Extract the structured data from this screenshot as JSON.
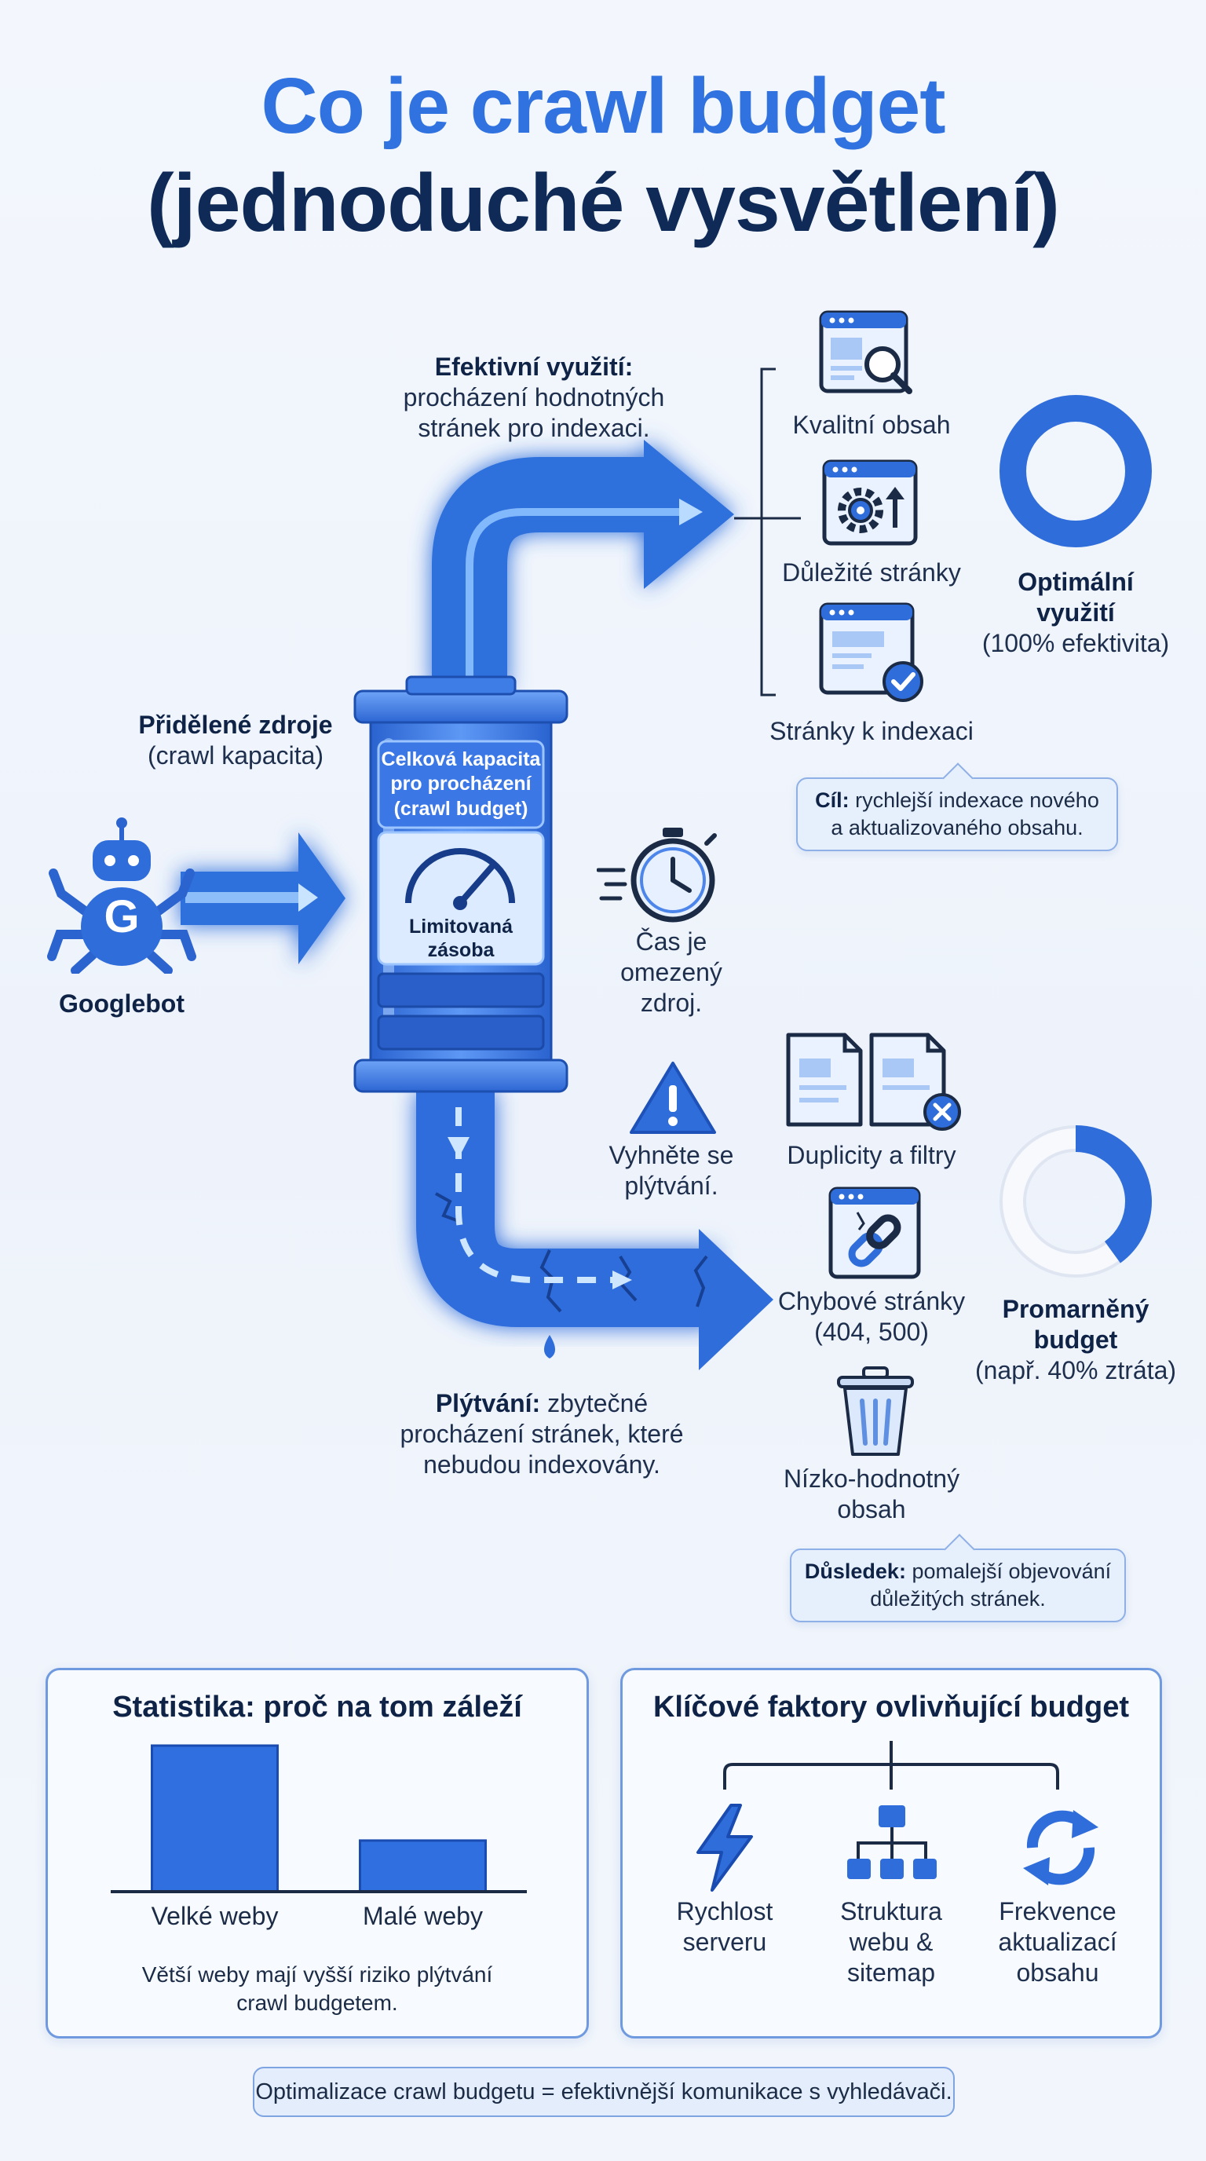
{
  "title": {
    "line1": "Co je crawl budget",
    "line2": "(jednoduché vysvětlení)"
  },
  "efficient": {
    "bold": "Efektivní využití:",
    "text1": "procházení hodnotných",
    "text2": "stránek pro indexaci."
  },
  "allocated": {
    "bold": "Přidělené zdroje",
    "text": "(crawl kapacita)"
  },
  "googlebot": {
    "label": "Googlebot",
    "logo_letter": "G"
  },
  "tank": {
    "label1": "Celková kapacita",
    "label2": "pro procházení",
    "label3": "(crawl budget)",
    "gauge1": "Limitovaná",
    "gauge2": "zásoba"
  },
  "time": {
    "line1": "Čas je",
    "line2": "omezený",
    "line3": "zdroj."
  },
  "avoid": {
    "line1": "Vyhněte se",
    "line2": "plýtvání."
  },
  "waste": {
    "bold": "Plýtvání:",
    "text1": "zbytečné",
    "text2": "procházení stránek, které",
    "text3": "nebudou indexovány."
  },
  "good_items": [
    {
      "label": "Kvalitní obsah",
      "icon": "search-page-icon"
    },
    {
      "label": "Důležité stránky",
      "icon": "gear-page-icon"
    },
    {
      "label": "Stránky k indexaci",
      "icon": "check-page-icon"
    }
  ],
  "optimal": {
    "line1": "Optimální",
    "line2": "využití",
    "line3": "(100% efektivita)",
    "percent": 100
  },
  "goal_callout": {
    "bold": "Cíl:",
    "text1": "rychlejší indexace nového",
    "text2": "a aktualizovaného obsahu."
  },
  "bad_items": [
    {
      "label": "Duplicity a filtry",
      "icon": "duplicate-pages-icon"
    },
    {
      "label1": "Chybové stránky",
      "label2": "(404, 500)",
      "icon": "broken-link-icon"
    },
    {
      "label1": "Nízko-hodnotný",
      "label2": "obsah",
      "icon": "trash-icon"
    }
  ],
  "wasted": {
    "line1": "Promarněný",
    "line2": "budget",
    "line3": "(např. 40% ztráta)",
    "percent": 40
  },
  "consequence_callout": {
    "bold": "Důsledek:",
    "text1": "pomalejší objevování",
    "text2": "důležitých stránek."
  },
  "stats": {
    "title": "Statistika: proč na tom záleží",
    "caption1": "Větší weby mají vyšší riziko plýtvání",
    "caption2": "crawl budgetem."
  },
  "chart_data": {
    "type": "bar",
    "categories": [
      "Velké weby",
      "Malé weby"
    ],
    "values": [
      100,
      35
    ],
    "title": "",
    "xlabel": "",
    "ylabel": "",
    "ylim": [
      0,
      100
    ],
    "grid": false,
    "color": "#2f6fdf"
  },
  "factors": {
    "title": "Klíčové faktory ovlivňující budget",
    "items": [
      {
        "line1": "Rychlost",
        "line2": "serveru",
        "line3": "",
        "icon": "lightning-icon"
      },
      {
        "line1": "Struktura",
        "line2": "webu &",
        "line3": "sitemap",
        "icon": "sitemap-icon"
      },
      {
        "line1": "Frekvence",
        "line2": "aktualizací",
        "line3": "obsahu",
        "icon": "refresh-icon"
      }
    ]
  },
  "footer": "Optimalizace crawl budgetu = efektivnější komunikace s vyhledávači.",
  "colors": {
    "accent": "#2f72e0",
    "dark": "#0f2a57",
    "pipe": "#2d6fdc",
    "pipe_light": "#7fb2ff"
  }
}
